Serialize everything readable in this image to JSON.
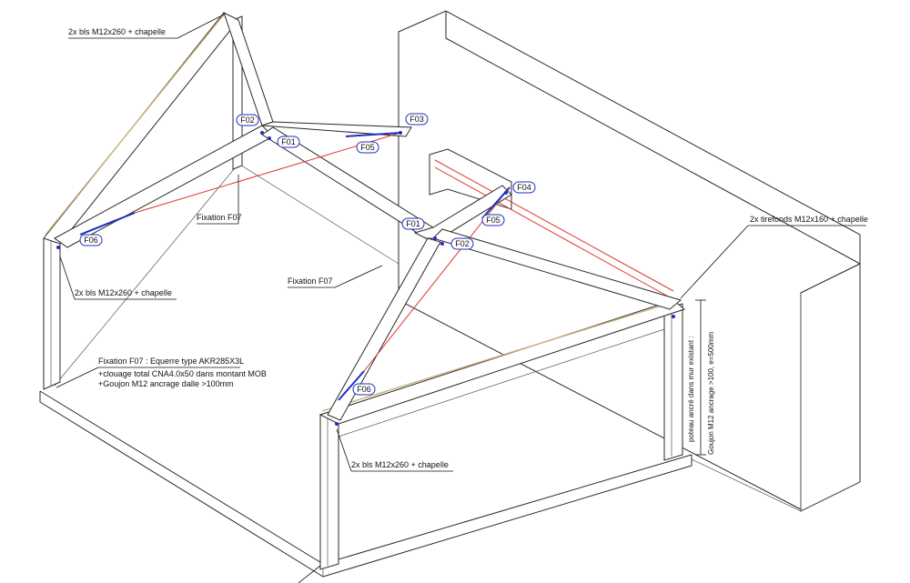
{
  "labels": {
    "top_bolts": "2x bls M12x260 + chapelle",
    "left_bolts": "2x bls M12x260 + chapelle",
    "bottom_bolts": "2x bls M12x260 + chapelle",
    "fixation_f07_a": "Fixation F07",
    "fixation_f07_b": "Fixation F07",
    "fixation_detail_1": "Fixation F07 : Equerre type AKR285X3L",
    "fixation_detail_2": "+clouage total CNA4.0x50 dans montant MOB",
    "fixation_detail_3": "+Goujon M12 ancrage dalle >100mm",
    "tirefonds": "2x tirefonds M12x160 + chapelle",
    "post_note_1": "poteau ancré dans mur existant :",
    "post_note_2": "Goujon M12 ancrage >100, e=500mm"
  },
  "tags": {
    "f01_a": "F01",
    "f01_b": "F01",
    "f02_a": "F02",
    "f02_b": "F02",
    "f03": "F03",
    "f04": "F04",
    "f05_a": "F05",
    "f05_b": "F05",
    "f06_a": "F06",
    "f06_b": "F06"
  },
  "colors": {
    "outline": "#2a2a2a",
    "fixing_blue": "#1f2fbf",
    "brace_red": "#e0342c",
    "timber_edge": "#c9b07a"
  }
}
